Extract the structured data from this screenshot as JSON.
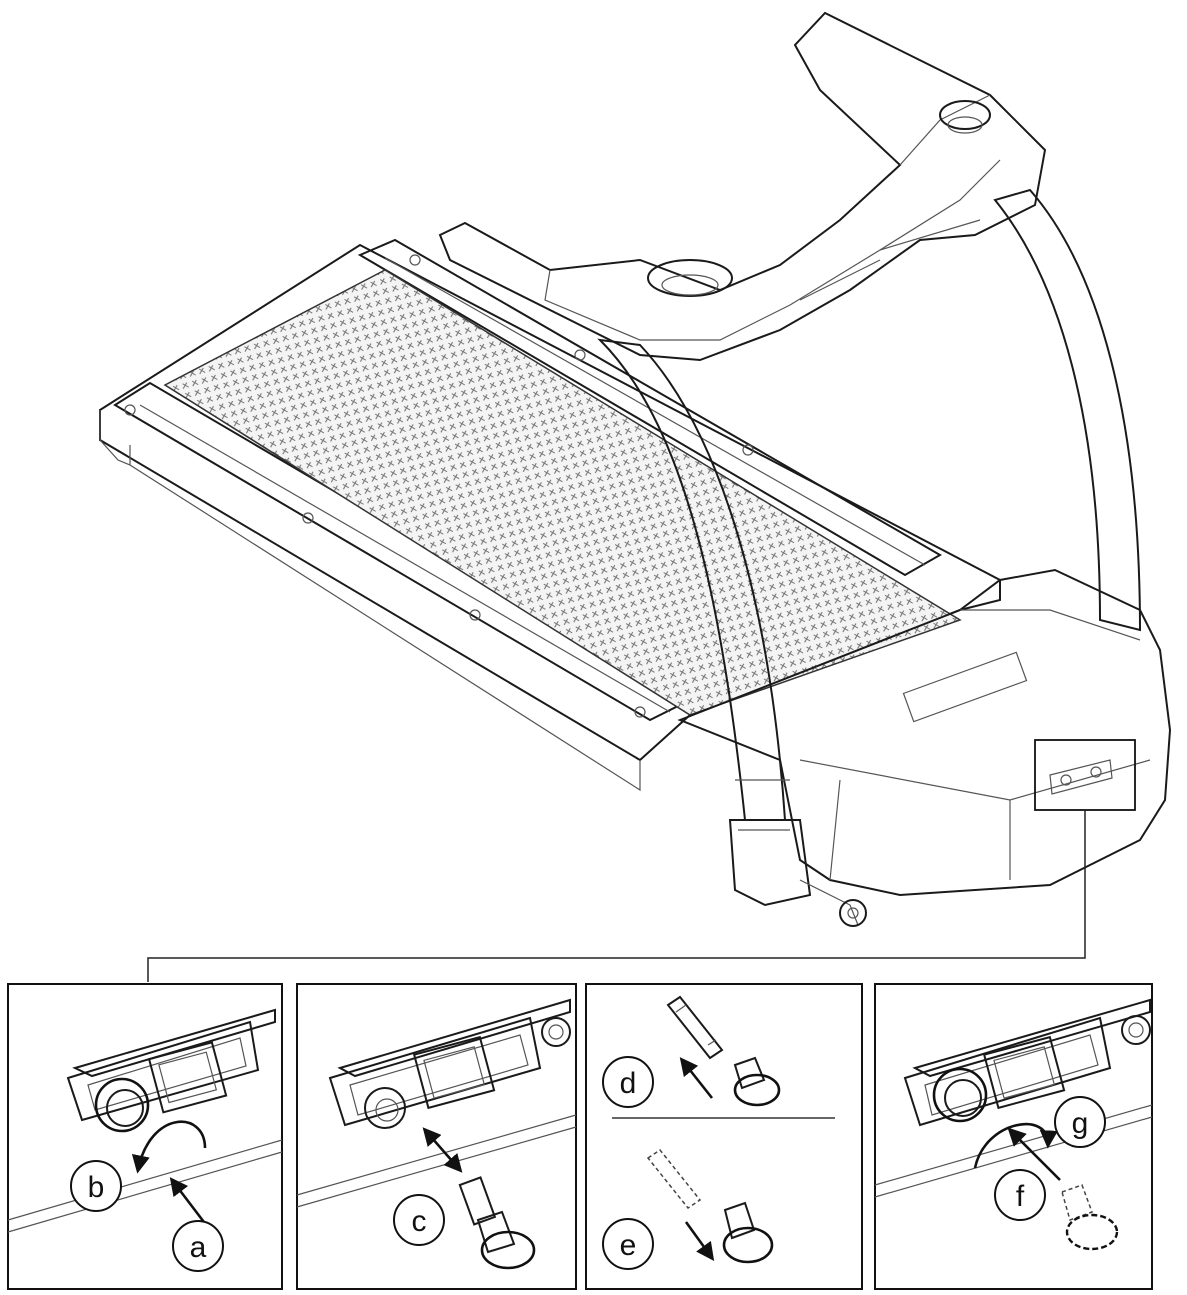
{
  "diagram": {
    "title": "",
    "callouts": [
      "a",
      "b",
      "c",
      "d",
      "e",
      "f",
      "g"
    ]
  }
}
